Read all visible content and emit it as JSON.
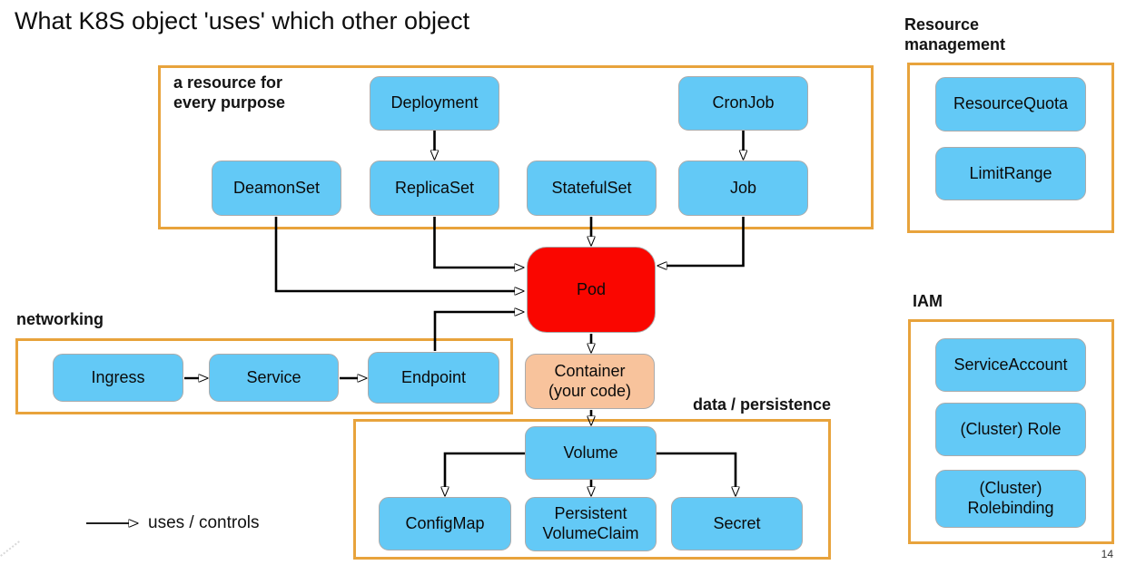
{
  "title": "What K8S object 'uses' which other object",
  "page_number": "14",
  "legend": {
    "label": "uses / controls"
  },
  "colors": {
    "group_border": "#E8A33C",
    "node_fill": "#63C9F6",
    "pod_fill": "#FA0600",
    "container_fill": "#F8C39C",
    "arrow": "#000000"
  },
  "groups": {
    "resource_purpose": {
      "label": "a resource for\nevery purpose"
    },
    "resource_management": {
      "label": "Resource\nmanagement"
    },
    "networking": {
      "label": "networking"
    },
    "data_persistence": {
      "label": "data / persistence"
    },
    "iam": {
      "label": "IAM"
    }
  },
  "nodes": {
    "deployment": {
      "label": "Deployment"
    },
    "cronjob": {
      "label": "CronJob"
    },
    "deamonset": {
      "label": "DeamonSet"
    },
    "replicaset": {
      "label": "ReplicaSet"
    },
    "statefulset": {
      "label": "StatefulSet"
    },
    "job": {
      "label": "Job"
    },
    "pod": {
      "label": "Pod"
    },
    "container": {
      "label": "Container\n(your code)"
    },
    "ingress": {
      "label": "Ingress"
    },
    "service": {
      "label": "Service"
    },
    "endpoint": {
      "label": "Endpoint"
    },
    "volume": {
      "label": "Volume"
    },
    "configmap": {
      "label": "ConfigMap"
    },
    "persistent_volume_claim": {
      "label": "Persistent\nVolumeClaim"
    },
    "secret": {
      "label": "Secret"
    },
    "resource_quota": {
      "label": "ResourceQuota"
    },
    "limit_range": {
      "label": "LimitRange"
    },
    "service_account": {
      "label": "ServiceAccount"
    },
    "cluster_role": {
      "label": "(Cluster) Role"
    },
    "cluster_rolebinding": {
      "label": "(Cluster)\nRolebinding"
    }
  },
  "relations": [
    {
      "from": "Deployment",
      "to": "ReplicaSet"
    },
    {
      "from": "CronJob",
      "to": "Job"
    },
    {
      "from": "DeamonSet",
      "to": "Pod"
    },
    {
      "from": "ReplicaSet",
      "to": "Pod"
    },
    {
      "from": "StatefulSet",
      "to": "Pod"
    },
    {
      "from": "Job",
      "to": "Pod"
    },
    {
      "from": "Ingress",
      "to": "Service"
    },
    {
      "from": "Service",
      "to": "Endpoint"
    },
    {
      "from": "Endpoint",
      "to": "Pod"
    },
    {
      "from": "Pod",
      "to": "Container (your code)"
    },
    {
      "from": "Container (your code)",
      "to": "Volume"
    },
    {
      "from": "Volume",
      "to": "ConfigMap"
    },
    {
      "from": "Volume",
      "to": "Persistent VolumeClaim"
    },
    {
      "from": "Volume",
      "to": "Secret"
    }
  ]
}
